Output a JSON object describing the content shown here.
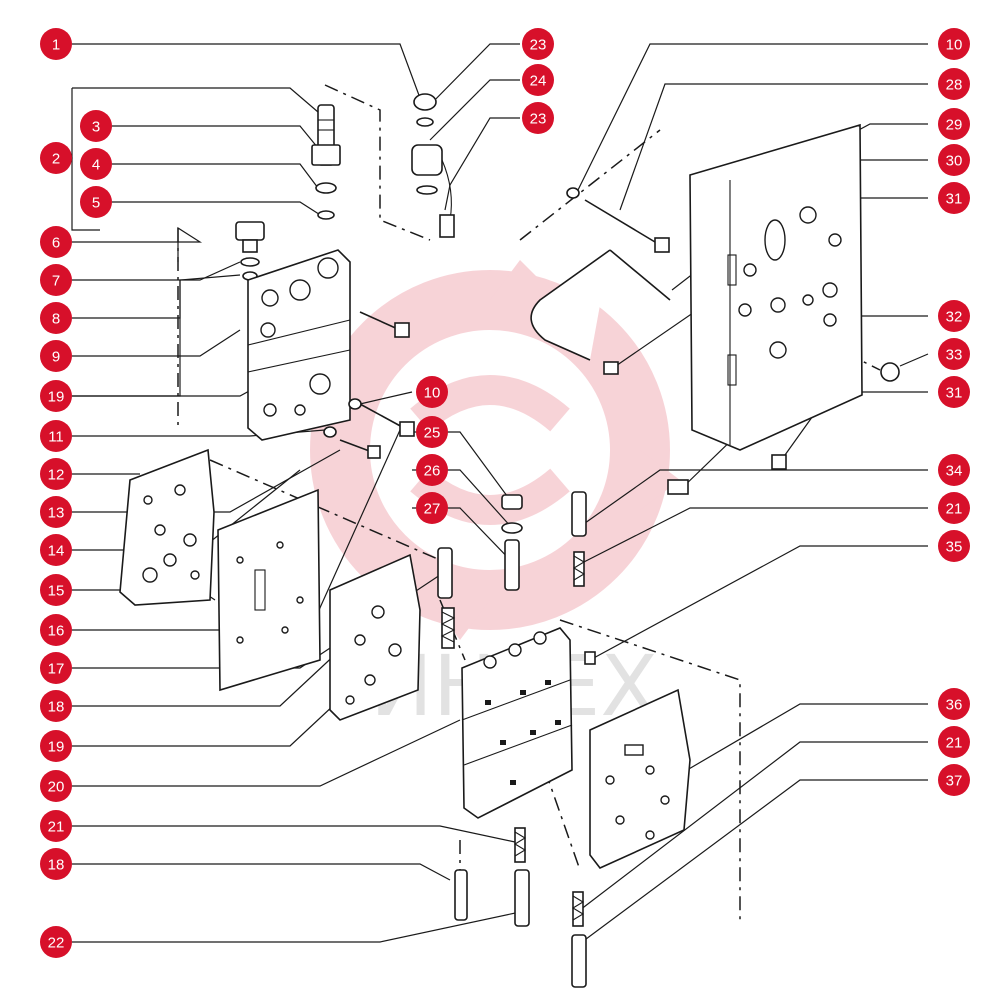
{
  "diagram": {
    "accent_color": "#d7102a",
    "callout_text_color": "#ffffff",
    "watermark_text": "ИНТЕХ",
    "callouts_left": [
      "1",
      "2",
      "3",
      "4",
      "5",
      "6",
      "7",
      "8",
      "9",
      "19",
      "11",
      "12",
      "13",
      "14",
      "15",
      "16",
      "17",
      "18",
      "19",
      "20",
      "21",
      "18",
      "22"
    ],
    "callouts_right": [
      "23",
      "24",
      "23",
      "10",
      "28",
      "29",
      "30",
      "31",
      "32",
      "33",
      "31",
      "10",
      "25",
      "26",
      "27",
      "34",
      "21",
      "35",
      "36",
      "21",
      "37"
    ]
  }
}
